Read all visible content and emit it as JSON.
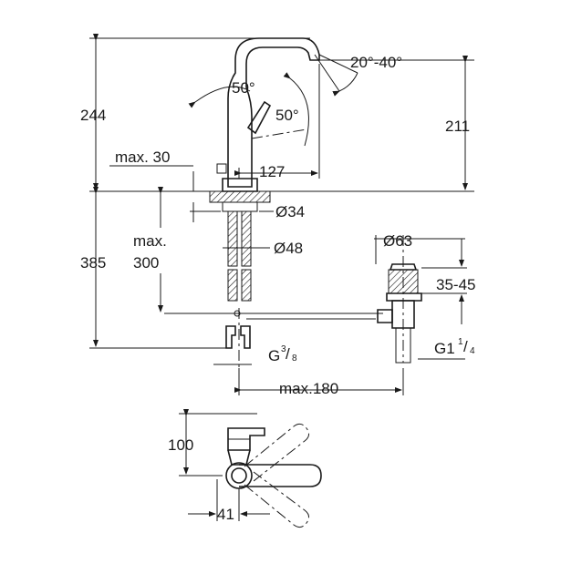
{
  "dimensions": {
    "height_total": "244",
    "spout_angle": "20°-40°",
    "handle_angle_left": "50°",
    "handle_angle_right": "50°",
    "height_spout": "211",
    "projection": "127",
    "max_deck_label": "max. 30",
    "below_deck_total": "385",
    "max_hose_line1": "max.",
    "max_hose_line2": "300",
    "diameter_34": "Ø34",
    "diameter_48": "Ø48",
    "diameter_63": "Ø63",
    "waste_range": "35-45",
    "thread_g_prefix": "G",
    "thread_g_num": "3",
    "thread_g_den": "8",
    "thread_g1_prefix": "G1",
    "thread_g1_num": "1",
    "thread_g1_den": "4",
    "max_180": "max.180",
    "plan_100": "100",
    "plan_41": "41"
  }
}
